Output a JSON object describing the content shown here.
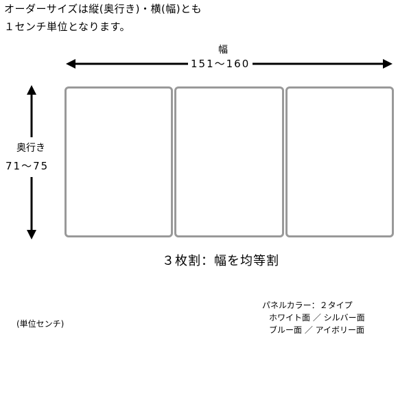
{
  "header": {
    "line1": "オーダーサイズは縦(奥行き)・横(幅)とも",
    "line2": "１センチ単位となります。"
  },
  "dimensions": {
    "width_title": "幅",
    "width_value": "151〜160",
    "depth_title": "奥行き",
    "depth_value": "71〜75"
  },
  "panels": {
    "count": 3,
    "split_label": "３枚割：幅を均等割",
    "border_color": "#999999"
  },
  "unit_label": "(単位センチ)",
  "colors": {
    "title": "パネルカラー：２タイプ",
    "line1": "ホワイト面 ／ シルバー面",
    "line2": "ブルー面 ／ アイボリー面"
  }
}
